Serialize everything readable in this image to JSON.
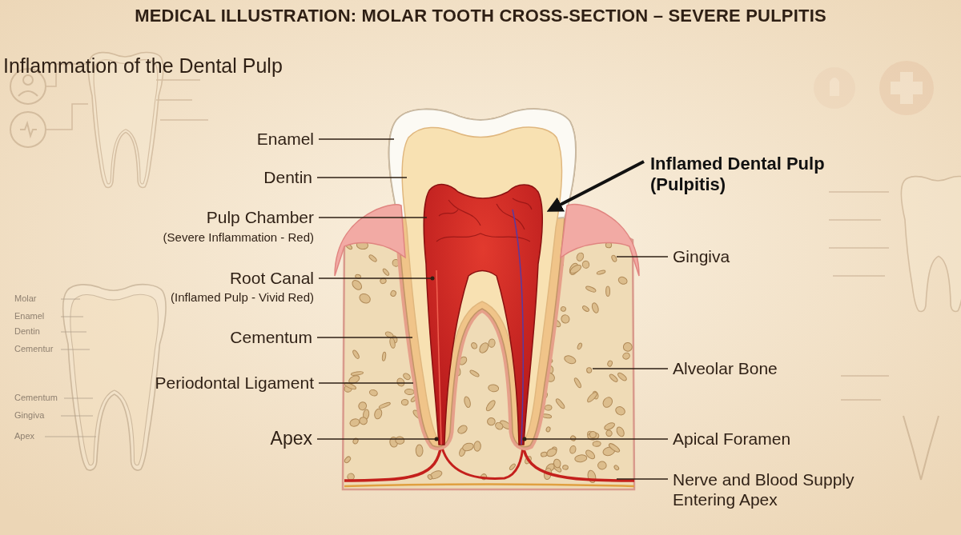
{
  "diagram": {
    "title": "MEDICAL ILLUSTRATION: MOLAR TOOTH CROSS-SECTION – SEVERE PULPITIS",
    "labels": [
      "Inflammation of the Dental Pulp",
      "Enamel",
      "Dentin",
      "Pulp Chamber",
      "(Severe Inflammation - Red)",
      "Root Canal",
      "(Inflamed Pulp - Vivid Red)",
      "Cementum",
      "Periodontal Ligament",
      "Apex",
      "Inflamed Dental Pulp (Pulpitis)",
      "Gingiva",
      "Alveolar Bone",
      "Apical Foramen",
      "Nerve and Blood Supply Entering Apex",
      "Molar",
      "Enamel",
      "Dentin",
      "Cementur",
      "Cementum",
      "Gingiva",
      "Apex"
    ]
  }
}
